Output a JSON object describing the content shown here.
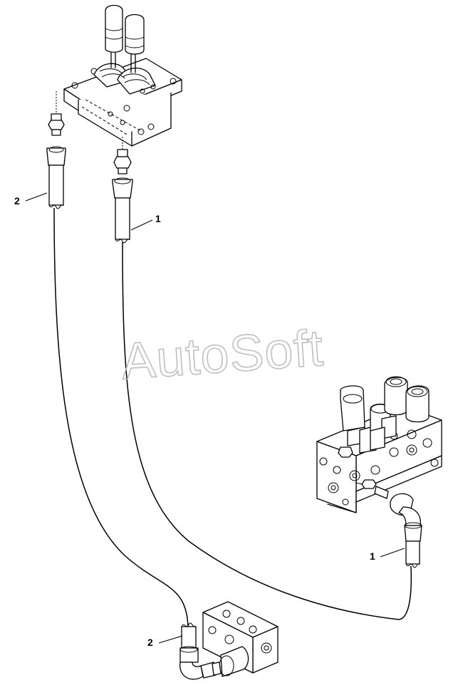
{
  "watermark": {
    "text": "AutoSoft",
    "color": "#bfbfbf"
  },
  "callouts": [
    {
      "id": "callout-2-top",
      "label": "2"
    },
    {
      "id": "callout-1-top",
      "label": "1"
    },
    {
      "id": "callout-1-right",
      "label": "1"
    },
    {
      "id": "callout-2-bottom",
      "label": "2"
    }
  ],
  "colors": {
    "line": "#000000",
    "background": "#ffffff"
  }
}
